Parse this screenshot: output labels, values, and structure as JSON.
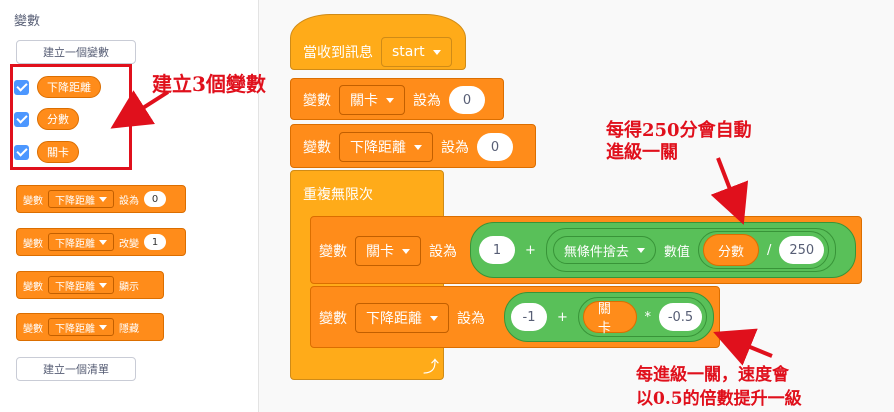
{
  "palette": {
    "title": "變數",
    "make_variable_label": "建立一個變數",
    "variables": [
      {
        "name": "下降距離",
        "checked": true
      },
      {
        "name": "分數",
        "checked": true
      },
      {
        "name": "關卡",
        "checked": true
      }
    ],
    "blocks": {
      "set": {
        "prefix": "變數",
        "var": "下降距離",
        "word": "設為",
        "value": "0"
      },
      "change": {
        "prefix": "變數",
        "var": "下降距離",
        "word": "改變",
        "value": "1"
      },
      "show": {
        "prefix": "變數",
        "var": "下降距離",
        "word": "顯示"
      },
      "hide": {
        "prefix": "變數",
        "var": "下降距離",
        "word": "隱藏"
      }
    },
    "make_list_label": "建立一個清單"
  },
  "script": {
    "hat": {
      "label": "當收到訊息",
      "message": "start"
    },
    "set1": {
      "prefix": "變數",
      "var": "關卡",
      "word": "設為",
      "value": "0"
    },
    "set2": {
      "prefix": "變數",
      "var": "下降距離",
      "word": "設為",
      "value": "0"
    },
    "forever_label": "重複無限次",
    "inner1": {
      "prefix": "變數",
      "var": "關卡",
      "word": "設為",
      "add_left": "1",
      "plus": "+",
      "round_label": "無條件捨去",
      "value_word": "數值",
      "var_reporter": "分數",
      "divide": "/",
      "divisor": "250"
    },
    "inner2": {
      "prefix": "變數",
      "var": "下降距離",
      "word": "設為",
      "add_left": "-1",
      "plus": "+",
      "var_reporter": "關卡",
      "times": "*",
      "factor": "-0.5"
    }
  },
  "annotations": {
    "create_vars": "建立3個變數",
    "level_up_line1": "每得250分會自動",
    "level_up_line2": "進級一關",
    "speed_line1": "每進級一關，速度會",
    "speed_line2": "以0.5的倍數提升一級"
  },
  "colors": {
    "variables": "#ff8c1a",
    "events": "#ffab19",
    "operators": "#59c059",
    "checkbox": "#4c97ff",
    "annotation": "#e0101c"
  }
}
